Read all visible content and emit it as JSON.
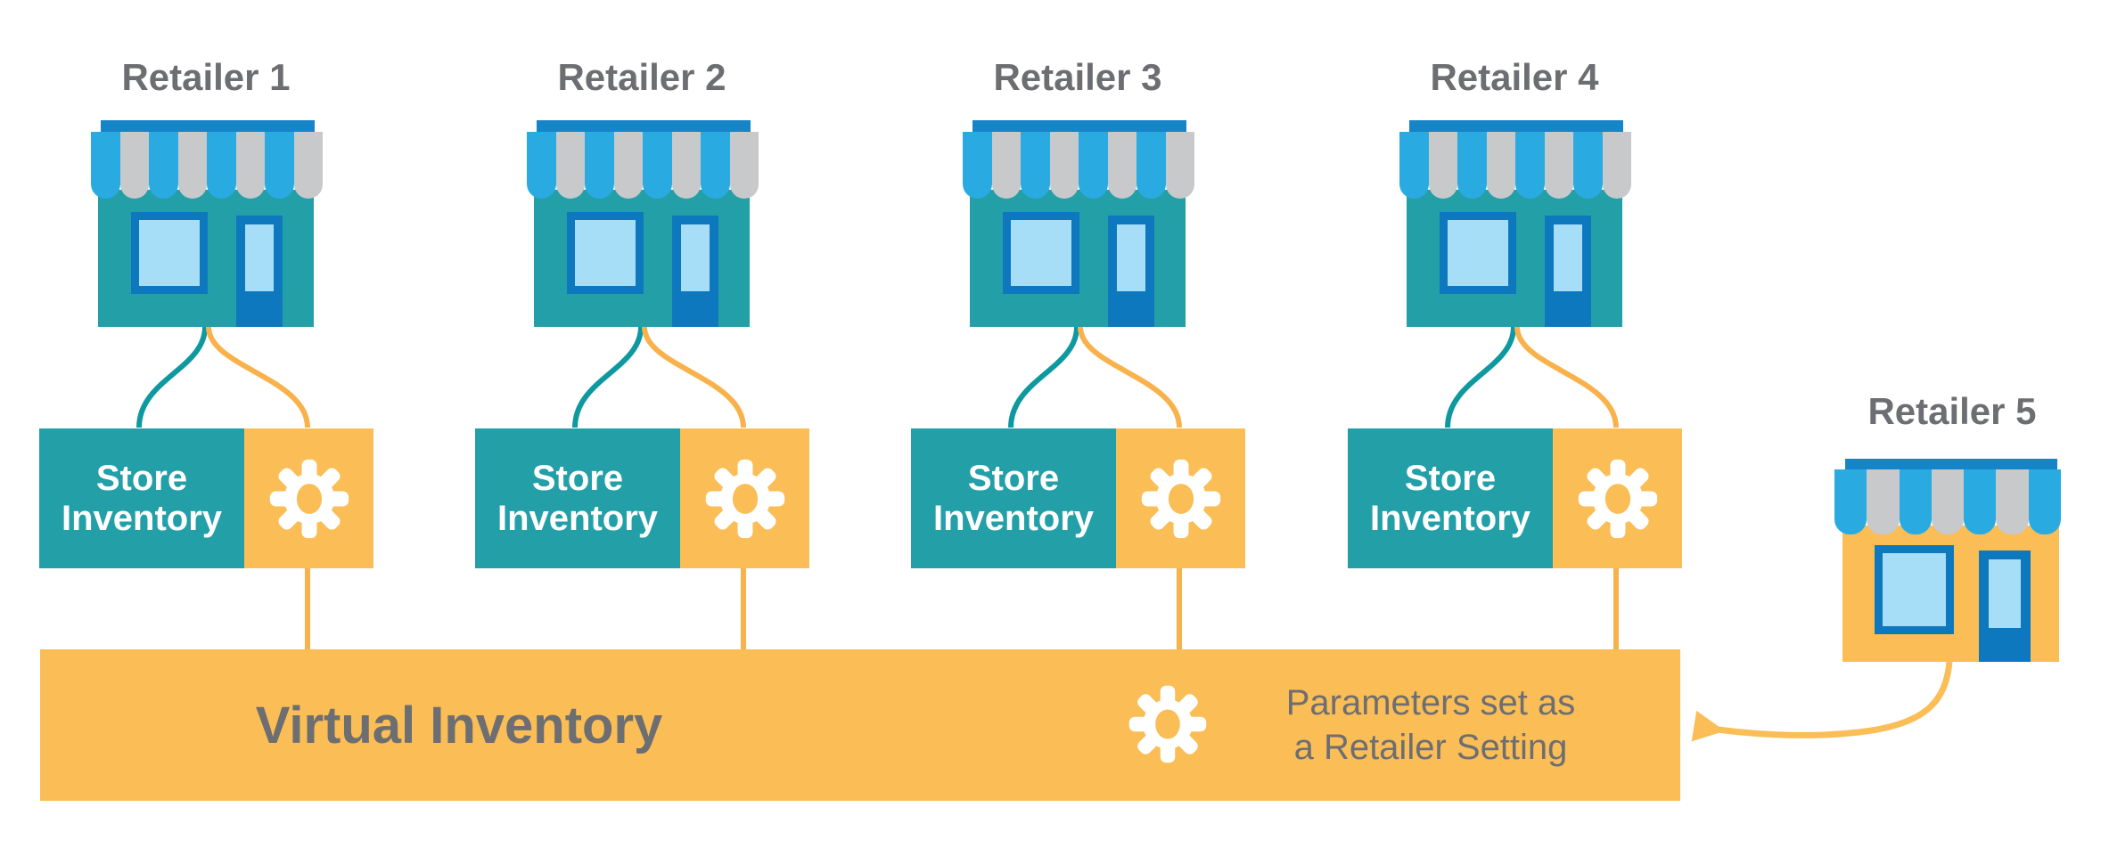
{
  "retailers": [
    {
      "label": "Retailer 1"
    },
    {
      "label": "Retailer 2"
    },
    {
      "label": "Retailer 3"
    },
    {
      "label": "Retailer 4"
    },
    {
      "label": "Retailer 5"
    }
  ],
  "store_inventory_box": {
    "label": "Store Inventory",
    "icon": "gear-icon"
  },
  "virtual_inventory_bar": {
    "label": "Virtual Inventory",
    "icon": "gear-icon",
    "annotation_line1": "Parameters set as",
    "annotation_line2": "a Retailer Setting"
  },
  "icons": [
    "storefront-icon",
    "gear-icon",
    "left-arrow-icon"
  ],
  "colors": {
    "teal": "#239FA8",
    "teal_line": "#0E98A0",
    "cyan": "#29ABE2",
    "topbar_blue": "#1585C8",
    "dark_blue": "#0E78BE",
    "light_blue": "#A6DEF8",
    "gray": "#C8C9CB",
    "orange": "#FBBD55",
    "orange_line": "#F9B24B",
    "text_gray": "#6D6E71"
  }
}
